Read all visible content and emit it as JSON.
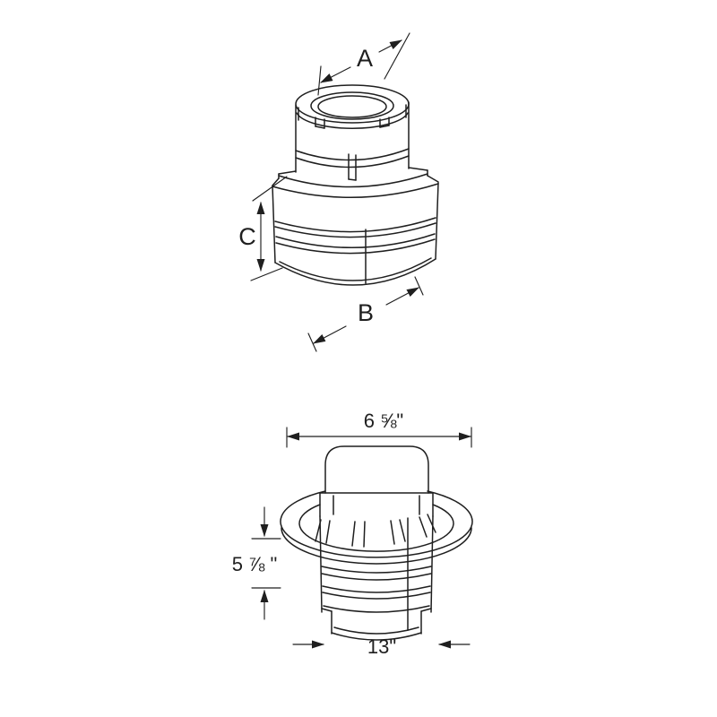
{
  "canvas": {
    "background": "#ffffff",
    "line_color": "#1f1f1f"
  },
  "isometric_view": {
    "description": "isometric line drawing of stepped pipe adapter with crimped collar",
    "dim_a": "A",
    "dim_b": "B",
    "dim_c": "C"
  },
  "front_view": {
    "description": "front line drawing of vent cap with flange, dome cap and base pipe",
    "width_top": "6 ⅝\"",
    "height_left": "5 ⅞ \"",
    "width_bottom": "13\""
  }
}
